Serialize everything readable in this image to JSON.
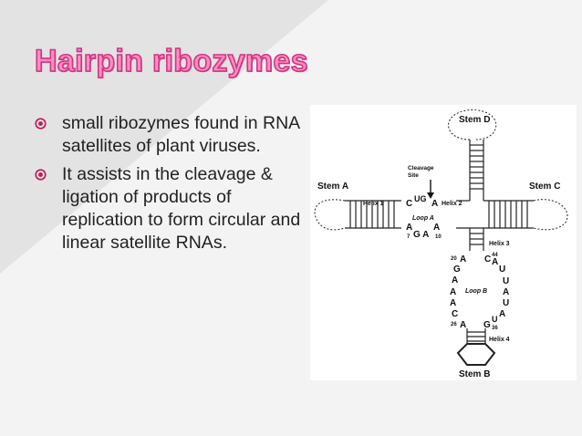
{
  "slide": {
    "title": "Hairpin ribozymes",
    "bullets": [
      {
        "text": " small ribozymes found in RNA satellites of plant viruses."
      },
      {
        "text": " It assists in the cleavage & ligation of products of replication to form circular and linear satellite RNAs."
      }
    ],
    "colors": {
      "title_fill": "#ff8fc6",
      "title_stroke": "#d0357f",
      "bullet": "#c2185b"
    }
  },
  "diagram": {
    "stem_d": "Stem D",
    "stem_a": "Stem A",
    "stem_c": "Stem C",
    "stem_b": "Stem B",
    "cleavage_line1": "Cleavage",
    "cleavage_line2": "Site",
    "helix1": "Helix 1",
    "helix2": "Helix 2",
    "helix3": "Helix 3",
    "helix4": "Helix 4",
    "loop_a": "Loop A",
    "loop_b": "Loop B",
    "top_c": "C",
    "top_ug": "UG",
    "top_a": "A",
    "bot_a": "A",
    "bot_7": "7",
    "bot_gaa": "G A",
    "bot_a2": "A",
    "bot_10": "10",
    "n20": "20",
    "n20_a": "A",
    "lb_g": "G",
    "lb_a1": "A",
    "lb_a2": "A",
    "lb_a3": "A",
    "lb_c": "C",
    "n26": "26",
    "n26_a": "A",
    "rb_c": "C",
    "n44": "44",
    "rb_a1": "A",
    "rb_u1": "U",
    "rb_u2": "U",
    "rb_a2": "A",
    "rb_u3": "U",
    "rb_a3": "A",
    "rb_u4": "U",
    "rb_g": "G",
    "n36": "36"
  }
}
